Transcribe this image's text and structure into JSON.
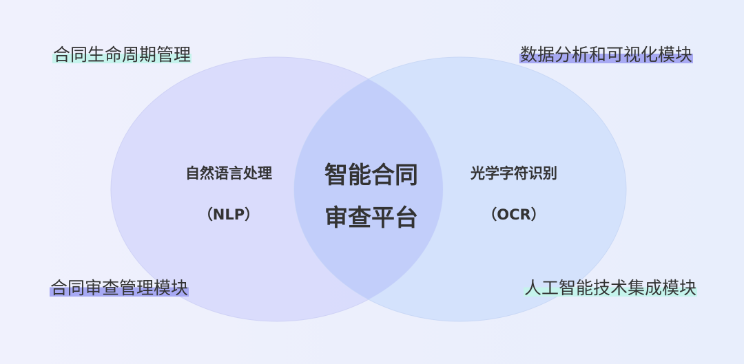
{
  "diagram": {
    "center": {
      "line1": "智能合同",
      "line2": "审查平台"
    },
    "left_circle": {
      "title": "自然语言处理",
      "abbr": "（NLP）"
    },
    "right_circle": {
      "title": "光学字符识别",
      "abbr": "（OCR）"
    },
    "corners": {
      "top_left": "合同生命周期管理",
      "top_right": "数据分析和可视化模块",
      "bottom_left": "合同审查管理模块",
      "bottom_right": "人工智能技术集成模块"
    },
    "colors": {
      "left_circle_fill": "#d6d8fb",
      "right_circle_fill": "#d0dffb",
      "overlap_fill": "#c2cefa",
      "highlight_teal": "#c5f3ec",
      "highlight_purple": "#a7a9f3"
    }
  }
}
